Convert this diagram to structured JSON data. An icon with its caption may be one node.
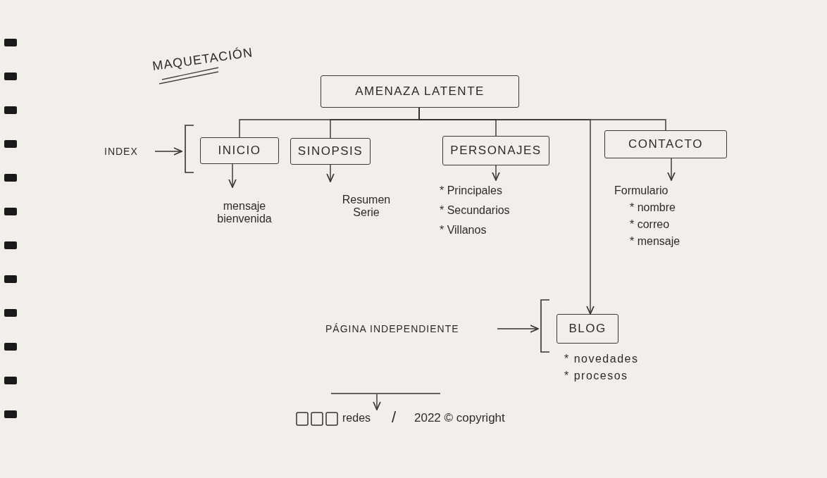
{
  "diagram": {
    "title": "MAQUETACIÓN",
    "nodes": [
      {
        "text": [
          "AMENAZA LATENTE"
        ]
      },
      {
        "text": [
          "INICIO"
        ]
      },
      {
        "text": [
          "SINOPSIS"
        ]
      },
      {
        "text": [
          "PERSONAJES"
        ]
      },
      {
        "text": [
          "CONTACTO"
        ]
      },
      {
        "text": [
          "BLOG"
        ],
        "beside": [
          "* novedades",
          "* procesos"
        ]
      },
      {
        "text": [
          "mensaje bienvenida"
        ]
      },
      {
        "text": [
          "Resumen Serie"
        ]
      },
      {
        "text": [
          "* Principales",
          "* Secundarios",
          "* Villanos"
        ]
      },
      {
        "text": [
          "Formulario",
          "* nombre",
          "* correo",
          "* mensaje"
        ]
      },
      {
        "text": [
          "INDEX"
        ]
      },
      {
        "text": [
          "PÁGINA INDEPENDIENTE"
        ]
      },
      {
        "text": [
          "redes"
        ]
      }
    ],
    "edges": [
      {
        "from": 0,
        "to": 1,
        "arrow": "none"
      },
      {
        "from": 0,
        "to": 2,
        "arrow": "none"
      },
      {
        "from": 0,
        "to": 3,
        "arrow": "none"
      },
      {
        "from": 0,
        "to": 4,
        "arrow": "none"
      },
      {
        "from": 0,
        "to": 5,
        "arrow": "to"
      },
      {
        "from": 1,
        "to": 6,
        "arrow": "to"
      },
      {
        "from": 2,
        "to": 7,
        "arrow": "to"
      },
      {
        "from": 3,
        "to": 8,
        "arrow": "to"
      },
      {
        "from": 4,
        "to": 9,
        "arrow": "to"
      },
      {
        "from": 10,
        "to": 1,
        "arrow": "to"
      },
      {
        "from": 11,
        "to": 5,
        "arrow": "to"
      },
      {
        "from": null,
        "to": 12,
        "arrow": "to"
      }
    ],
    "labels": [
      "/",
      "2022 © copyright"
    ]
  }
}
